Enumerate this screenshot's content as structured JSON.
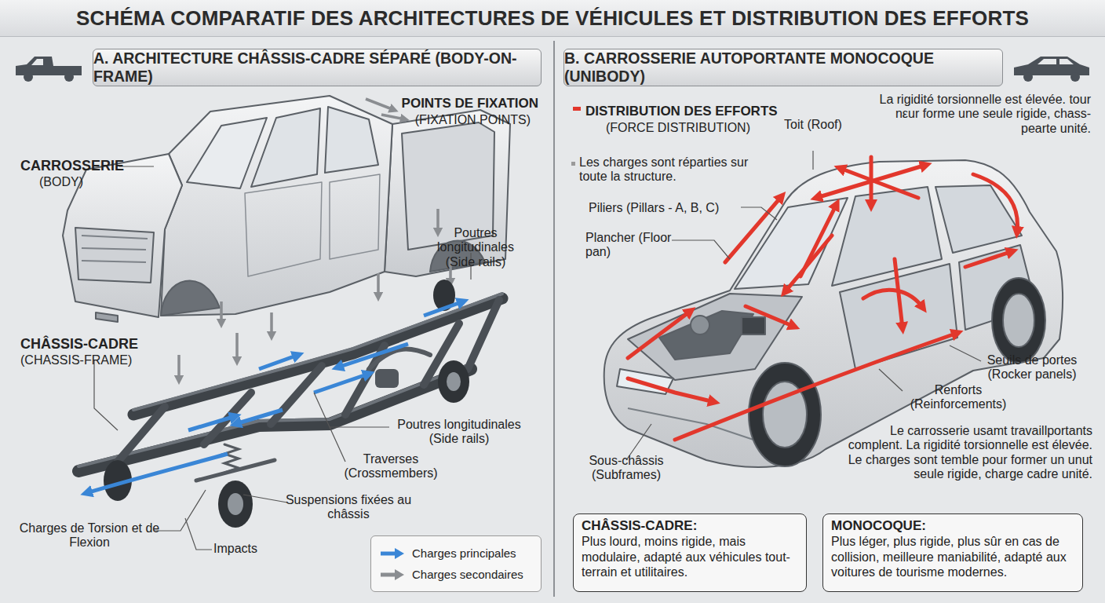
{
  "diagram": {
    "title": "SCHÉMA COMPARATIF DES ARCHITECTURES DE VÉHICULES ET DISTRIBUTION DES EFFORTS",
    "nodes": [
      {
        "text": [
          "A. ARCHITECTURE CHÂSSIS-CADRE SÉPARÉ (BODY-ON-FRAME)"
        ]
      },
      {
        "text": [
          "B. CARROSSERIE AUTOPORTANTE MONOCOQUE (UNIBODY)"
        ]
      },
      {
        "text": [
          "CHÂSSIS-CADRE:",
          "Plus lourd, moins rigide, mais modulaire, adapté aux véhicules tout-terrain et utilitaires."
        ]
      },
      {
        "text": [
          "MONOCOQUE:",
          "Plus léger, plus rigide, plus sûr en cas de collision, meilleure maniabilité, adapté aux voitures de tourisme modernes."
        ]
      }
    ],
    "edges": [],
    "labels": [
      "POINTS DE FIXATION",
      "(FIXATION POINTS)",
      "CARROSSERIE",
      "(BODY)",
      "Poutres longitudinales (Side rails)",
      "CHÂSSIS-CADRE",
      "(CHASSIS-FRAME)",
      "Poutres longitudinales (Side rails)",
      "Traverses (Crossmembers)",
      "Suspensions fixées au châssis",
      "Charges de Torsion et de Flexion",
      "Impacts",
      "DISTRIBUTION DES EFFORTS",
      "(FORCE DISTRIBUTION)",
      "Toit (Roof)",
      "La rigidité torsionnelle est élevée. tour nεur forme une seule rigide, chass-pearte unité.",
      "Les charges sont réparties sur toute la structure.",
      "Piliers (Pillars - A, B, C)",
      "Plancher (Floor pan)",
      "Seuils de portes (Rocker panels)",
      "Renforts (Reinforcements)",
      "Le carrosserie usamt travaillportants complent. La rigidité torsionnelle est élevée. Le charges sont temble pour former un unut seule rigide, charge cadre unité.",
      "Sous-châssis (Subframes)"
    ],
    "legend": [
      {
        "text": "Charges principales"
      },
      {
        "text": "Charges secondaires"
      }
    ]
  }
}
